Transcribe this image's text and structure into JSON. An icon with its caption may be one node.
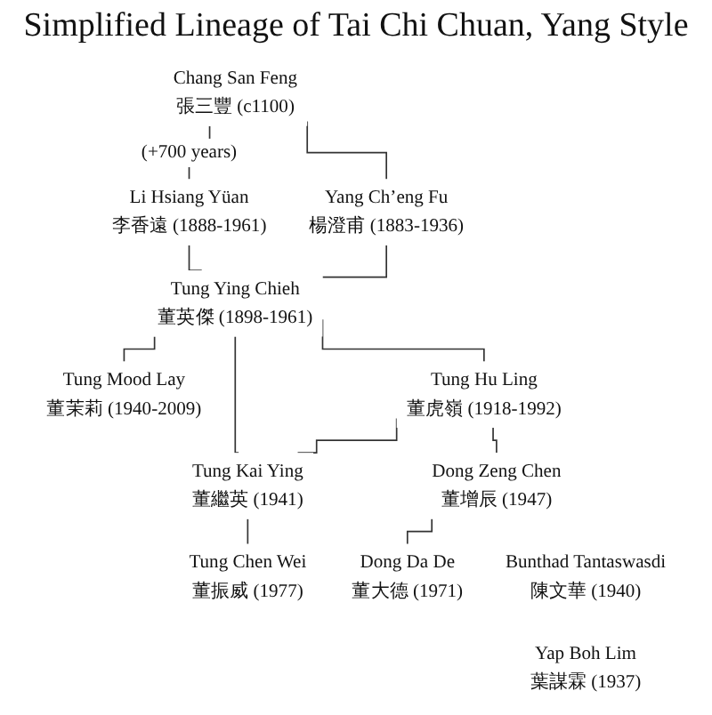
{
  "diagram": {
    "title": "Simplified Lineage of Tai Chi Chuan, Yang Style",
    "nodes": [
      {
        "text": [
          "Chang San Feng",
          "張三豐 (c1100)"
        ]
      },
      {
        "text": [
          "Li Hsiang Yüan",
          "李香遠 (1888-1961)"
        ]
      },
      {
        "text": [
          "Yang Ch’eng Fu",
          "楊澄甫 (1883-1936)"
        ]
      },
      {
        "text": [
          "Tung Ying Chieh",
          "董英傑 (1898-1961)"
        ]
      },
      {
        "text": [
          "Tung Mood Lay",
          "董茉莉 (1940-2009)"
        ]
      },
      {
        "text": [
          "Tung Hu Ling",
          "董虎嶺 (1918-1992)"
        ]
      },
      {
        "text": [
          "Tung Kai Ying",
          "董繼英 (1941)"
        ]
      },
      {
        "text": [
          "Dong Zeng Chen",
          "董增辰 (1947)"
        ]
      },
      {
        "text": [
          "Tung Chen Wei",
          "董振威 (1977)"
        ]
      },
      {
        "text": [
          "Dong Da De",
          "董大德 (1971)"
        ]
      },
      {
        "text": [
          "Bunthad Tantaswasdi",
          "陳文華 (1940)"
        ]
      },
      {
        "text": [
          "Yap Boh Lim",
          "葉謀霖 (1937)"
        ]
      }
    ],
    "edges": [
      {
        "from": 0,
        "to": 1,
        "arrow": "none",
        "label": "(+700 years)"
      },
      {
        "from": 0,
        "to": 2,
        "arrow": "none"
      },
      {
        "from": 1,
        "to": 3,
        "arrow": "none"
      },
      {
        "from": 2,
        "to": 3,
        "arrow": "none"
      },
      {
        "from": 3,
        "to": 4,
        "arrow": "none"
      },
      {
        "from": 3,
        "to": 5,
        "arrow": "none"
      },
      {
        "from": 3,
        "to": 6,
        "arrow": "none"
      },
      {
        "from": 5,
        "to": 6,
        "arrow": "none"
      },
      {
        "from": 5,
        "to": 7,
        "arrow": "none"
      },
      {
        "from": 7,
        "to": 9,
        "arrow": "none"
      },
      {
        "from": 6,
        "to": 8,
        "arrow": "none"
      }
    ]
  }
}
